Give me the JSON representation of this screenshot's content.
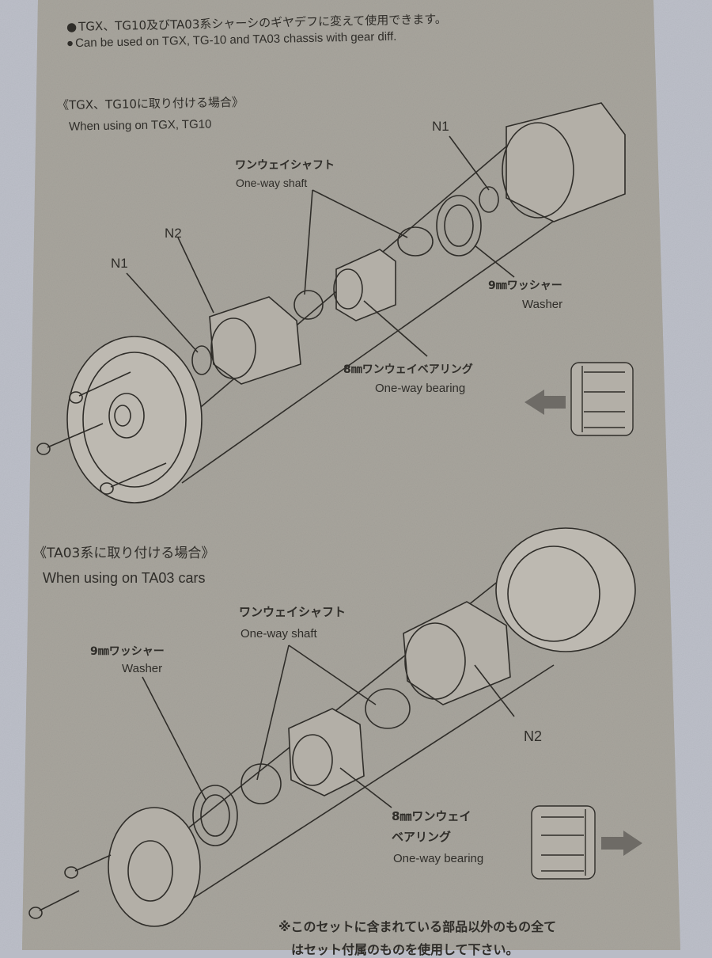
{
  "document": {
    "intro": {
      "jp": "TGX、TG10及びTA03系シャーシのギヤデフに変えて使用できます。",
      "en": "Can be used on TGX, TG-10 and TA03 chassis with gear diff."
    },
    "section1": {
      "title_jp": "《TGX、TG10に取り付ける場合》",
      "title_en": "When using on TGX, TG10",
      "labels": {
        "n1_top": "N1",
        "n2": "N2",
        "n1_left": "N1",
        "shaft_jp": "ワンウェイシャフト",
        "shaft_en": "One-way shaft",
        "washer_jp": "9㎜ワッシャー",
        "washer_en": "Washer",
        "bearing_jp": "8㎜ワンウェイベアリング",
        "bearing_en": "One-way bearing"
      },
      "inset_arrow": "left"
    },
    "section2": {
      "title_jp": "《TA03系に取り付ける場合》",
      "title_en": "When using on TA03 cars",
      "labels": {
        "shaft_jp": "ワンウェイシャフト",
        "shaft_en": "One-way shaft",
        "washer_jp": "9㎜ワッシャー",
        "washer_en": "Washer",
        "n2": "N2",
        "bearing_jp_1": "8㎜ワンウェイ",
        "bearing_jp_2": "ベアリング",
        "bearing_en": "One-way bearing"
      },
      "inset_arrow": "right"
    },
    "footnote": {
      "line1": "※このセットに含まれている部品以外のもの全て",
      "line2": "はセット付属のものを使用して下さい。"
    }
  },
  "colors": {
    "paper": "#a8a59d",
    "background": "#b9bcc6",
    "ink": "#2f2d29",
    "arrow": "#6e6b66"
  }
}
